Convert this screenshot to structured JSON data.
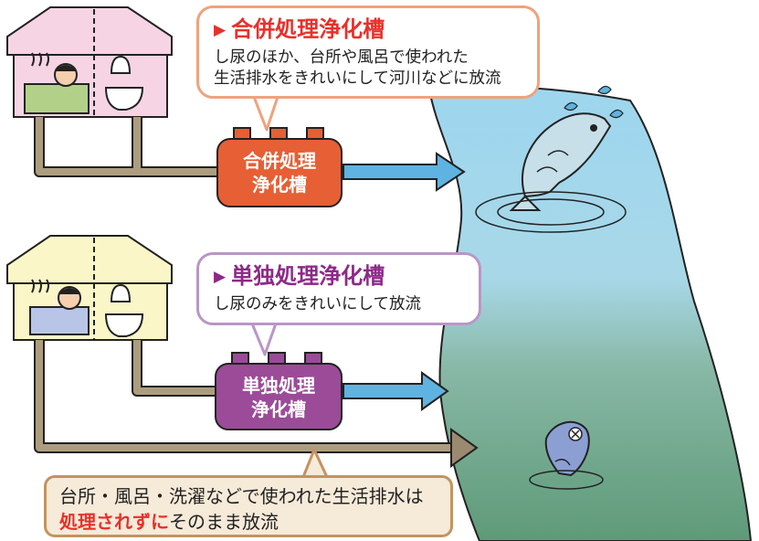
{
  "combined": {
    "callout_title": "合併処理浄化槽",
    "callout_body": [
      "し尿のほか、台所や風呂で使われた",
      "生活排水をきれいにして河川などに放流"
    ],
    "tank_label": [
      "合併処理",
      "浄化槽"
    ],
    "tank_color": "#e65f35",
    "title_color": "#e8302a"
  },
  "single": {
    "callout_title": "単独処理浄化槽",
    "callout_body": [
      "し尿のみをきれいにして放流"
    ],
    "tank_label": [
      "単独処理",
      "浄化槽"
    ],
    "tank_color": "#9b4b98",
    "title_color": "#8d2a88"
  },
  "untreated": {
    "line1": "台所・風呂・洗濯などで使われた生活排水は",
    "line2_highlight": "処理されずに",
    "line2_rest": "そのまま放流"
  },
  "colors": {
    "river_top": "#9dd6ef",
    "river_bottom": "#5e9a78",
    "pipe": "#ad9d7f",
    "arrow_clean": "#5fb3e0",
    "arrow_dirty": "#9b8a70"
  }
}
